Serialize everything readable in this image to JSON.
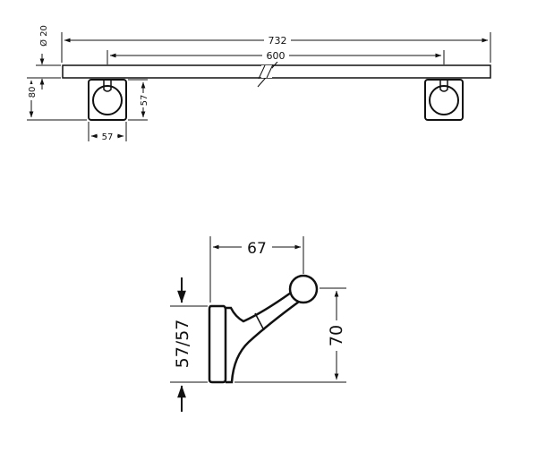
{
  "top_view": {
    "overall_length": "732",
    "mount_spacing": "600",
    "bar_diameter": "Ø 20",
    "projection": "80",
    "mount_height": "57",
    "mount_width": "57"
  },
  "hook_view": {
    "projection": "67",
    "height_combo": "57/57",
    "knob_height": "70"
  }
}
